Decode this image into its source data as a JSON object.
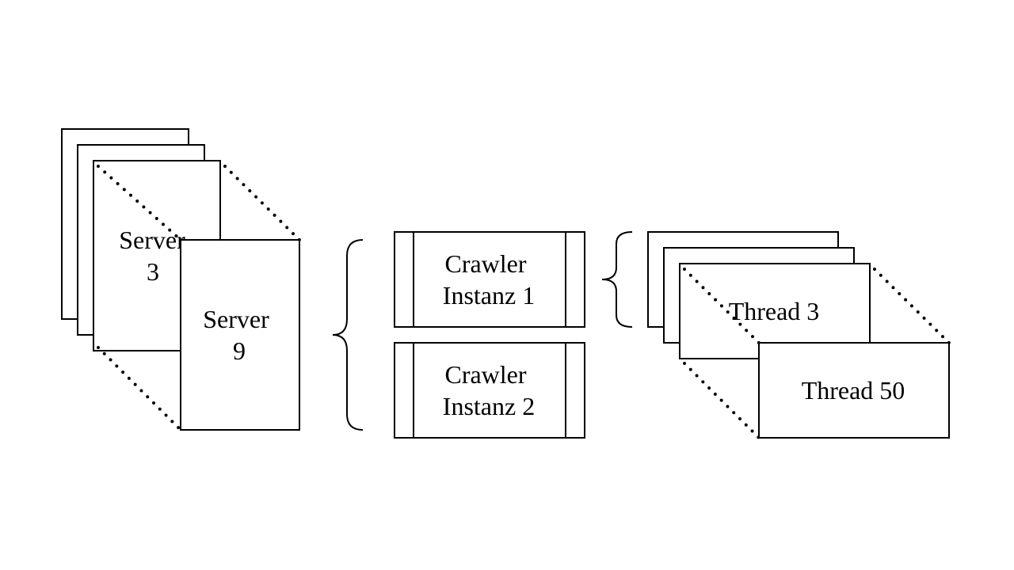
{
  "servers": {
    "back_label_line1": "Server",
    "back_label_line2": "3",
    "front_label_line1": "Server",
    "front_label_line2": "9"
  },
  "crawlers": [
    {
      "line1": "Crawler",
      "line2": "Instanz 1"
    },
    {
      "line1": "Crawler",
      "line2": "Instanz 2"
    }
  ],
  "threads": {
    "back_label": "Thread 3",
    "front_label": "Thread 50"
  }
}
